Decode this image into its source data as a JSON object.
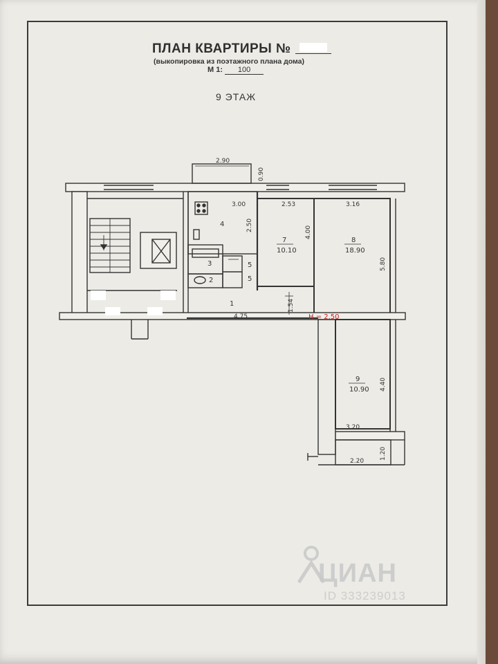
{
  "document": {
    "title": "ПЛАН КВАРТИРЫ №",
    "subtitle": "(выкопировка из поэтажного плана дома)",
    "scale_label": "М 1:",
    "scale_value": "100",
    "floor": "9 ЭТАЖ"
  },
  "plan": {
    "ceiling_height": "H = 2.50",
    "dimensions": {
      "balcony_width": "2.90",
      "balcony_depth": "0.90",
      "kitchen_width": "3.00",
      "kitchen_depth": "2.50",
      "room7_width": "2.53",
      "room7_depth": "4.00",
      "room8_width": "3.16",
      "room8_depth": "5.80",
      "hall_length": "4.75",
      "hall_width": "1.54",
      "room9_depth": "4.40",
      "room9_width": "3.20",
      "loggia_width": "2.20",
      "loggia_depth": "1.20"
    },
    "rooms": {
      "kitchen": "4",
      "bath": "3",
      "toilet": "2",
      "closet_a": "5",
      "closet_b": "5",
      "hall": "1",
      "room7_number": "7",
      "room7_area": "10.10",
      "room8_number": "8",
      "room8_area": "18.90",
      "room9_number": "9",
      "room9_area": "10.90"
    }
  },
  "watermark": {
    "brand": "ЦИАН",
    "id": "ID 333239013"
  },
  "colors": {
    "paper": "#ecebe6",
    "ink": "#333333",
    "accent_red": "#c02020",
    "background_wood": "#6b4a3a"
  }
}
